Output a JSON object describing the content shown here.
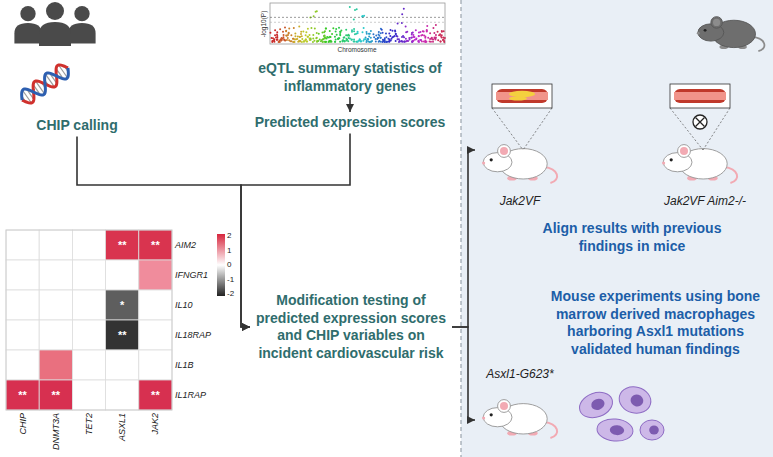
{
  "diagram": {
    "nodes": [
      {
        "text": [
          "eQTL summary statistics of inflammatory genes"
        ]
      },
      {
        "text": [
          "CHIP calling"
        ]
      },
      {
        "text": [
          "Predicted expression scores"
        ]
      },
      {
        "text": [
          "Modification testing of predicted expression scores and CHIP variables on incident cardiovascular risk"
        ]
      },
      {
        "text": [
          "Jak2VF",
          "Jak2VF Aim2-/-",
          "Align results with previous findings in mice"
        ]
      },
      {
        "text": [
          "Mouse experiments using bone marrow derived macrophages harboring Asxl1 mutations validated human findings",
          "Asxl1-G623*"
        ]
      }
    ],
    "edges": [
      {
        "from": 0,
        "to": 2,
        "arrow": "to"
      },
      {
        "from": 1,
        "to": 3,
        "arrow": "to"
      },
      {
        "from": 2,
        "to": 3,
        "arrow": "to"
      },
      {
        "from": 3,
        "to": 4,
        "arrow": "to"
      },
      {
        "from": 3,
        "to": 5,
        "arrow": "to"
      }
    ],
    "labels": [
      "-log10(P)",
      "Chromosome",
      "2",
      "1",
      "0",
      "-1",
      "-2",
      "**",
      "**",
      "AIM2",
      "IFNGR1",
      "*",
      "IL10",
      "**",
      "IL18RAP",
      "IL1B",
      "**",
      "**",
      "**",
      "IL1RAP",
      "CHIP",
      "DNMT3A",
      "TET2",
      "ASXL1",
      "JAK2"
    ]
  }
}
